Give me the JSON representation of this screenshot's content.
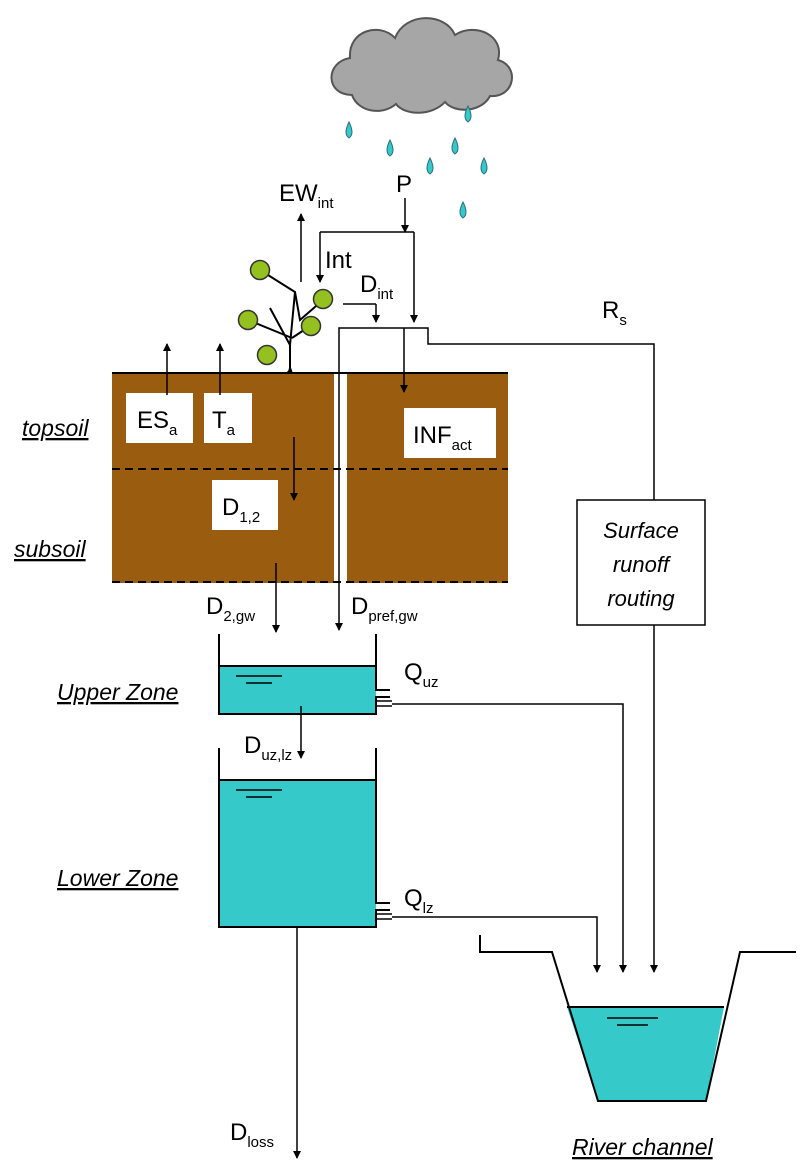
{
  "labels": {
    "precip": "P",
    "ew": "EW",
    "ew_sub": "int",
    "interception": "Int",
    "drip": "D",
    "drip_sub": "int",
    "runoff": "R",
    "runoff_sub": "s",
    "soil_evap": "ES",
    "soil_evap_sub": "a",
    "transp": "T",
    "transp_sub": "a",
    "infiltration": "INF",
    "infiltration_sub": "act",
    "perc12": "D",
    "perc12_sub": "1,2",
    "perc_gw": "D",
    "perc_gw_sub": "2,gw",
    "pref_gw": "D",
    "pref_gw_sub": "pref,gw",
    "q_uz": "Q",
    "q_uz_sub": "uz",
    "d_uzlz": "D",
    "d_uzlz_sub": "uz,lz",
    "q_lz": "Q",
    "q_lz_sub": "lz",
    "d_loss": "D",
    "d_loss_sub": "loss"
  },
  "layers": {
    "topsoil": "topsoil",
    "subsoil": "subsoil",
    "upper_zone": "Upper Zone",
    "lower_zone": "Lower Zone",
    "river_channel": "River channel"
  },
  "routing_box": {
    "line1": "Surface",
    "line2": "runoff",
    "line3": "routing"
  },
  "colors": {
    "soil": "#9a5d0f",
    "water": "#36c9c9",
    "cloud": "#a6a6a6",
    "leaf": "#94c11f"
  }
}
